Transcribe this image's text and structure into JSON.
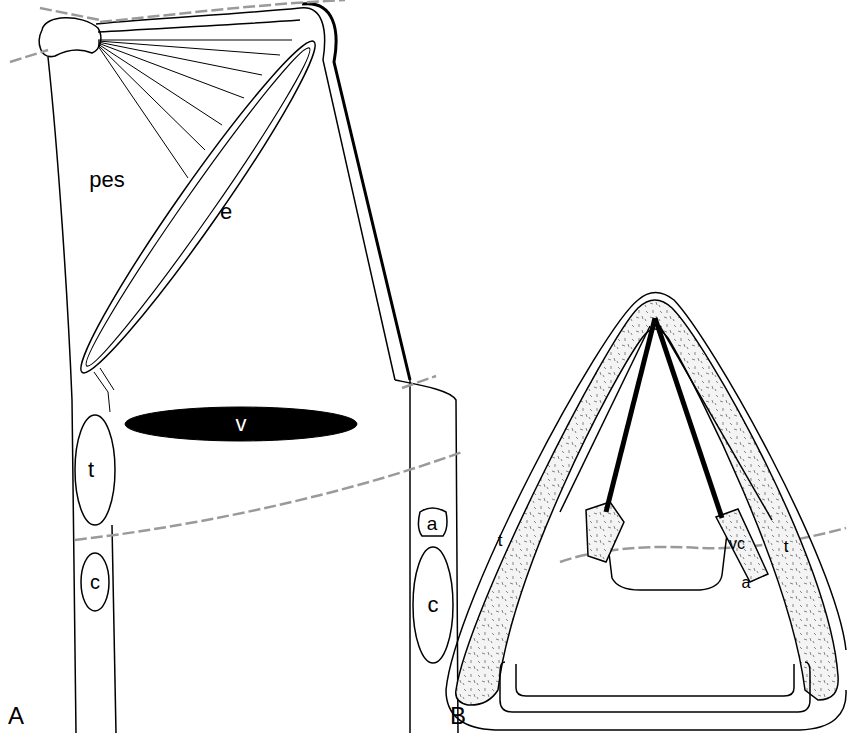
{
  "diagram": {
    "nodes": [
      {
        "text": [
          "e"
        ]
      },
      {
        "text": [
          "v"
        ]
      },
      {
        "text": [
          "t"
        ]
      },
      {
        "text": [
          "a"
        ]
      },
      {
        "text": [
          "c"
        ]
      },
      {
        "text": [
          "c"
        ]
      }
    ],
    "labels": [
      "pes",
      "A",
      "B",
      "t",
      "t",
      "vc",
      "a"
    ]
  }
}
